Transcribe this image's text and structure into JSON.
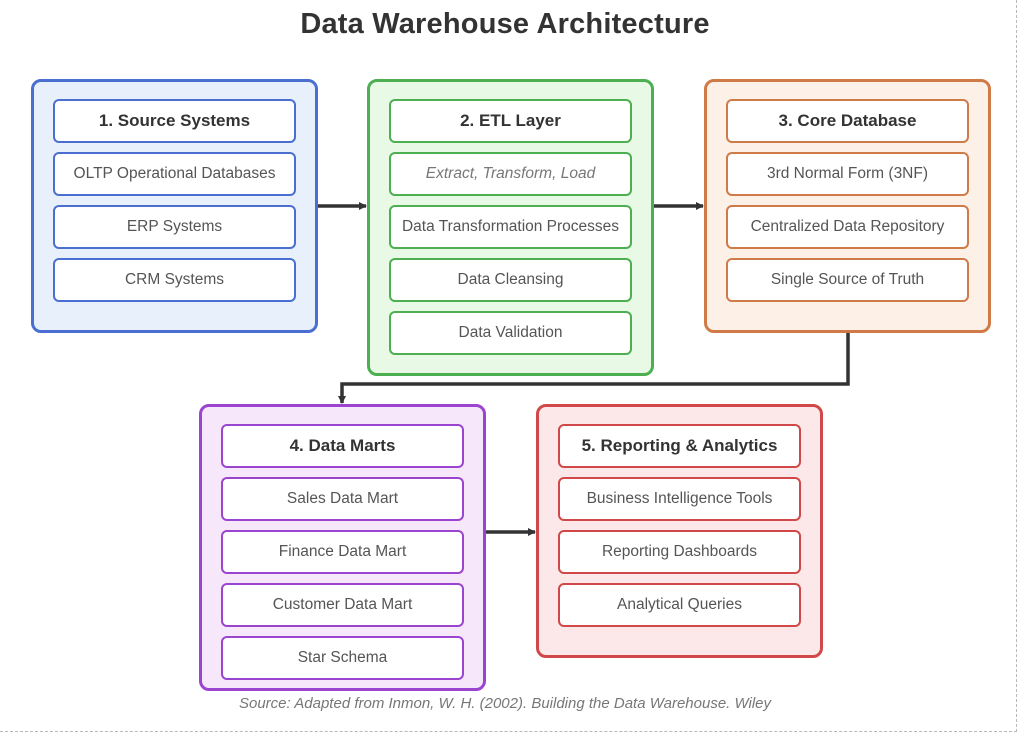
{
  "title": "Data Warehouse Architecture",
  "groups": [
    {
      "header": "1. Source Systems",
      "items": [
        "OLTP Operational Databases",
        "ERP Systems",
        "CRM Systems"
      ],
      "border_color": "#4a6fd1",
      "fill_color": "#e8f0fb"
    },
    {
      "header": "2. ETL Layer",
      "subtitle": "Extract, Transform, Load",
      "items": [
        "Data Transformation Processes",
        "Data Cleansing",
        "Data Validation"
      ],
      "border_color": "#4caf50",
      "fill_color": "#e8f9e5"
    },
    {
      "header": "3. Core Database",
      "items": [
        "3rd Normal Form (3NF)",
        "Centralized Data Repository",
        "Single Source of Truth"
      ],
      "border_color": "#d07a48",
      "fill_color": "#fdf0e7"
    },
    {
      "header": "4. Data Marts",
      "items": [
        "Sales Data Mart",
        "Finance Data Mart",
        "Customer Data Mart",
        "Star Schema"
      ],
      "border_color": "#9b44d0",
      "fill_color": "#f6e7fb"
    },
    {
      "header": "5. Reporting & Analytics",
      "items": [
        "Business Intelligence Tools",
        "Reporting Dashboards",
        "Analytical Queries"
      ],
      "border_color": "#d04848",
      "fill_color": "#fce8e8"
    }
  ],
  "flows": [
    {
      "from": "1. Source Systems",
      "to": "2. ETL Layer"
    },
    {
      "from": "2. ETL Layer",
      "to": "3. Core Database"
    },
    {
      "from": "3. Core Database",
      "to": "4. Data Marts"
    },
    {
      "from": "4. Data Marts",
      "to": "5. Reporting & Analytics"
    }
  ],
  "source": "Source: Adapted from Inmon, W. H. (2002). Building the Data Warehouse. Wiley"
}
